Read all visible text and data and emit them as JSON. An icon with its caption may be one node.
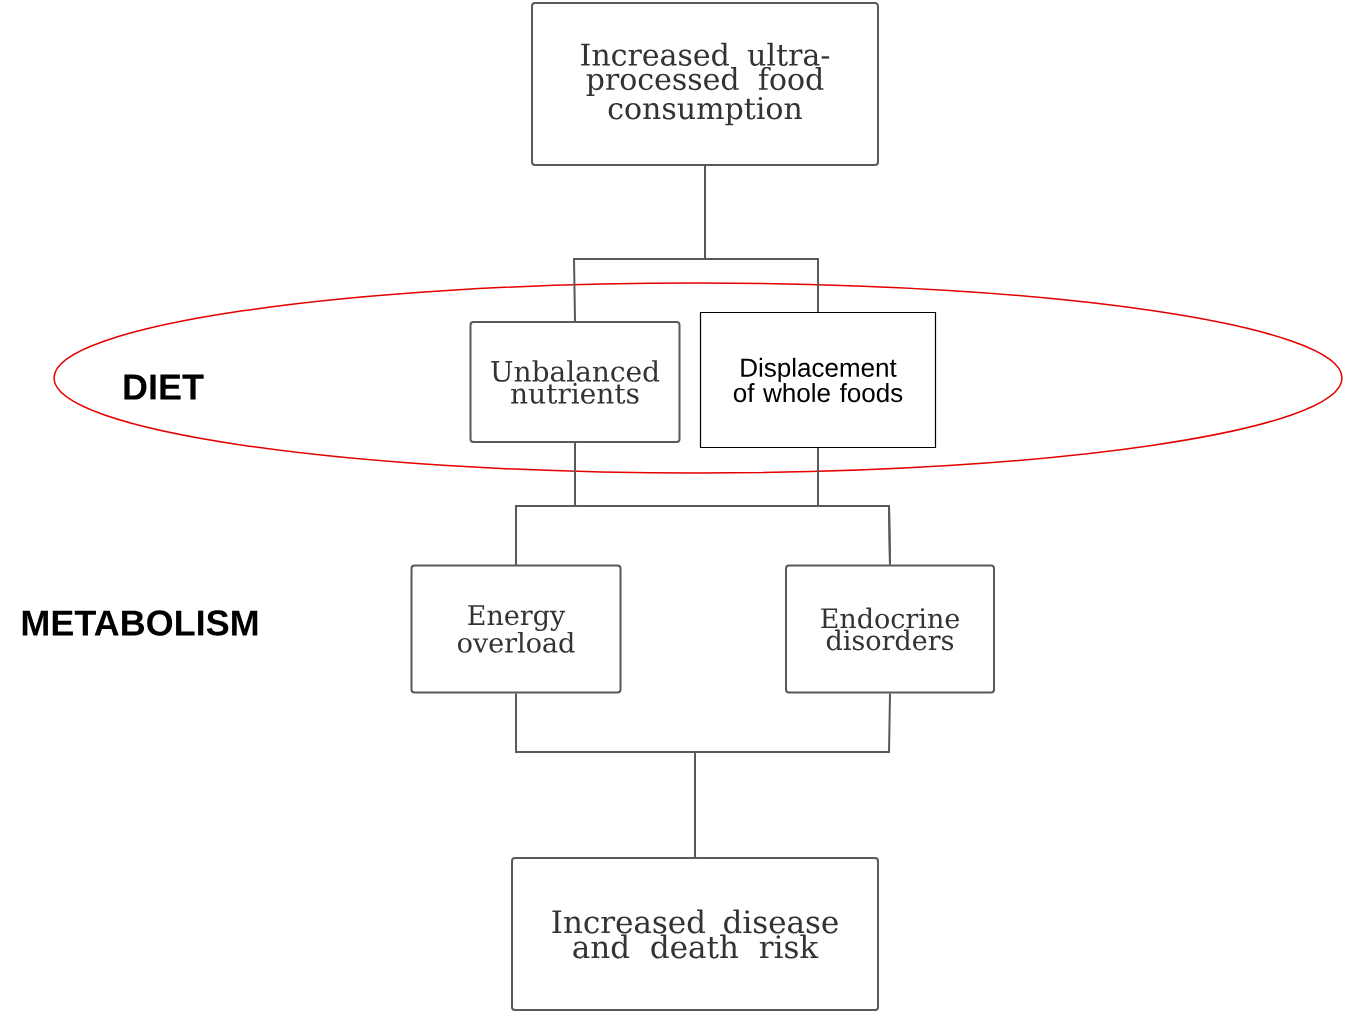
{
  "diagram": {
    "nodes": [
      {
        "text": [
          "Increased ultra-processed food consumption"
        ]
      },
      {
        "text": [
          "DIET"
        ]
      },
      {
        "text": [
          "Unbalanced nutrients"
        ],
        "in": 1
      },
      {
        "text": [
          "Displacement of whole foods"
        ],
        "in": 1
      },
      {
        "text": [
          "Energy overload"
        ]
      },
      {
        "text": [
          "Endocrine disorders"
        ]
      },
      {
        "text": [
          "Increased disease and death risk"
        ]
      }
    ],
    "edges": [
      {
        "from": 0,
        "to": 2,
        "arrow": "none"
      },
      {
        "from": 0,
        "to": 3,
        "arrow": "none"
      },
      {
        "from": 2,
        "to": 4,
        "arrow": "none"
      },
      {
        "from": 2,
        "to": 5,
        "arrow": "none"
      },
      {
        "from": 3,
        "to": 4,
        "arrow": "none"
      },
      {
        "from": 3,
        "to": 5,
        "arrow": "none"
      },
      {
        "from": 4,
        "to": 6,
        "arrow": "none"
      },
      {
        "from": 5,
        "to": 6,
        "arrow": "none"
      }
    ],
    "labels": [
      "METABOLISM"
    ]
  }
}
